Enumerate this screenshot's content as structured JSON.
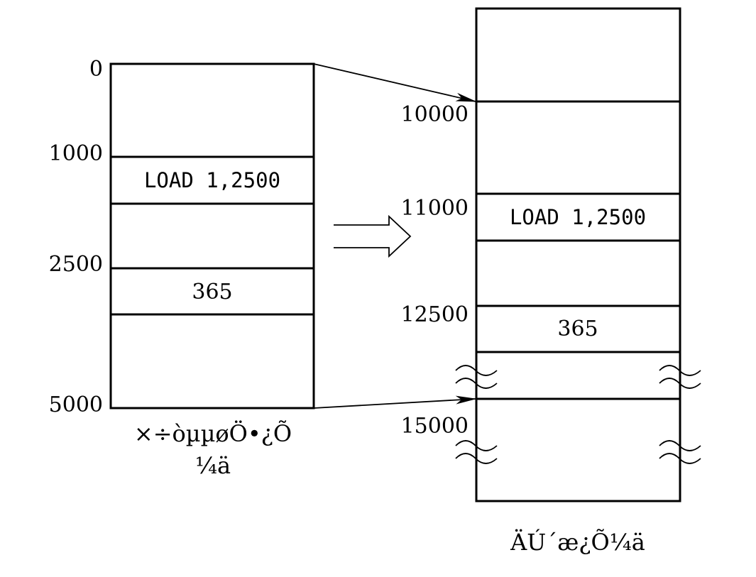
{
  "logical_space": {
    "addresses": [
      "0",
      "1000",
      "2500",
      "5000"
    ],
    "instruction": "LOAD 1,2500",
    "data_value": "365",
    "caption_line1": "×÷òµµøÖ•¿Õ",
    "caption_line2": "¼ä"
  },
  "physical_space": {
    "addresses": [
      "10000",
      "11000",
      "12500",
      "15000"
    ],
    "instruction": "LOAD 1,2500",
    "data_value": "365",
    "caption": "ÄÚ´æ¿Õ¼ä"
  }
}
